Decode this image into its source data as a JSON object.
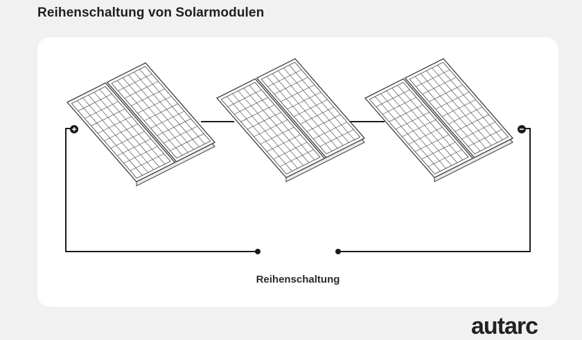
{
  "page": {
    "title": "Reihenschaltung von Solarmodulen",
    "caption": "Reihenschaltung",
    "brand": "autarc"
  },
  "diagram": {
    "components": [
      {
        "name": "solar-panel-1"
      },
      {
        "name": "solar-panel-2"
      },
      {
        "name": "solar-panel-3"
      }
    ],
    "terminals": {
      "positive": "+",
      "negative": "−"
    }
  },
  "colors": {
    "background": "#f1f1f1",
    "card": "#ffffff",
    "line": "#1a1a1a",
    "panel_fill": "#ffffff",
    "panel_stroke": "#3a3a3a"
  }
}
